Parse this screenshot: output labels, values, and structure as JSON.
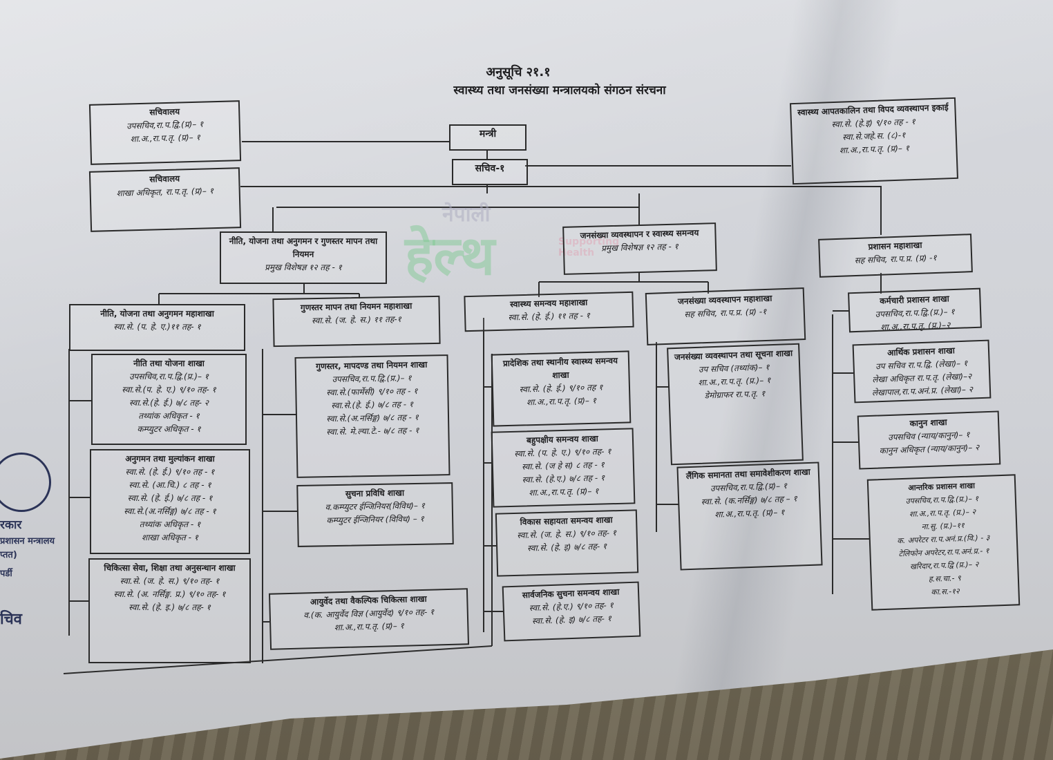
{
  "document": {
    "annex_title": "अनुसूचि २१.१",
    "main_title": "स्वास्थ्य तथा जनसंख्या मन्त्रालयको संगठन संरचना"
  },
  "watermark": {
    "small": "नेपाली",
    "big": "हेल्थ",
    "tagline": "Supporting Health"
  },
  "stamp": {
    "line1": "रकार",
    "line2": "प्रशासन मन्त्रालय",
    "line3": "प्तत)",
    "line4": "पर्डी",
    "line5": "चिव"
  },
  "boxes": {
    "secretariat1": {
      "title": "सचिवालय",
      "lines": [
        "उपसचिव,रा.प.द्वि.(प्र)– १",
        "शा.अ.,रा.प.तृ. (प्र)– १"
      ]
    },
    "minister": {
      "title": "मन्त्री",
      "lines": []
    },
    "secretary": {
      "title": "सचिव-१",
      "lines": []
    },
    "secretariat2": {
      "title": "सचिवालय",
      "lines": [
        "शाखा अधिकृत, रा.प.तृ. (प्र)– १"
      ]
    },
    "emergency": {
      "title": "स्वास्थ्य आपतकालिन तथा विपद व्यवस्थापन इकाई",
      "lines": [
        "स्वा.से. (हे.इ) ९/१० तह - १",
        "स्वा.से.जहे.स. (८)-१",
        "शा.अ.,रा.प.तृ. (प्र)– १"
      ]
    },
    "policy_div": {
      "title": "नीति, योजना तथा अनुगमन र गुणस्तर मापन तथा नियमन",
      "lines": [
        "प्रमुख विशेषज्ञ १२ तह - १"
      ]
    },
    "pop_div": {
      "title": "जनसंख्या व्यवस्थापन र स्वास्थ्य समन्वय",
      "lines": [
        "प्रमुख विशेषज्ञ १२ तह - १"
      ]
    },
    "admin_div": {
      "title": "प्रशासन महाशाखा",
      "lines": [
        "सह सचिव, रा.प.प्र. (प्र) -१"
      ]
    },
    "policy_sec": {
      "title": "नीति, योजना तथा अनुगमन महाशाखा",
      "lines": [
        "स्वा.से. (प. हे. ए.)११ तह- १"
      ]
    },
    "quality_sec": {
      "title": "गुणस्तर मापन तथा नियमन महाशाखा",
      "lines": [
        "स्वा.से. (ज. हे. स.) ११ तह-१"
      ]
    },
    "health_coord_sec": {
      "title": "स्वास्थ्य समन्वय महाशाखा",
      "lines": [
        "स्वा.से. (हे. ई.) ११ तह - १"
      ]
    },
    "pop_mgmt_sec": {
      "title": "जनसंख्या व्यवस्थापन महाशाखा",
      "lines": [
        "सह सचिव, रा.प.प्र. (प्र) -१"
      ]
    },
    "staff_admin": {
      "title": "कर्मचारी प्रशासन शाखा",
      "lines": [
        "उपसचिव,रा.प.द्वि.(प्र.)– १",
        "शा.अ.,रा.प.तृ. (प्र.)–२"
      ]
    },
    "policy_plan": {
      "title": "नीति तथा योजना शाखा",
      "lines": [
        "उपसचिव,रा.प.द्वि.(प्र.)– १",
        "स्वा.से.(प. हे. ए.) ९/१० तह- १",
        "स्वा.से.(हे. ई.) ७/८ तह- २",
        "तथ्यांक अधिकृत - १",
        "कम्प्युटर अधिकृत - १"
      ]
    },
    "quality_std": {
      "title": "गुणस्तर, मापदण्ड तथा नियमन शाखा",
      "lines": [
        "उपसचिव,रा.प.द्वि.(प्र.)– १",
        "स्वा.से.(फार्मेसी) ९/१० तह - १",
        "स्वा.से.(हे. ई.) ७/८ तह - १",
        "स्वा.से.(अ.नर्सिङ्ग) ७/८ तह - १",
        "स्वा.से. मे.ल्या.टे.- ७/८ तह - १"
      ]
    },
    "provincial": {
      "title": "प्रादेशिक तथा स्थानीय स्वास्थ्य समन्वय शाखा",
      "lines": [
        "स्वा.से. (हे. ई.) ९/१० तह १",
        "शा.अ.,रा.प.तृ. (प्र)– १"
      ]
    },
    "pop_mgmt_br": {
      "title": "जनसंख्या व्यवस्थापन तथा सूचना शाखा",
      "lines": [
        "उप सचिव (तथ्यांक)– १",
        "शा.अ.,रा.प.तृ. (प्र.)– १",
        "डेमोग्राफर रा.प.तृ. १"
      ]
    },
    "finance_admin": {
      "title": "आर्थिक प्रशासन शाखा",
      "lines": [
        "उप सचिव रा.प.द्वि. (लेखा)– १",
        "लेखा अधिकृत रा.प.तृ. (लेखा)–२",
        "लेखापाल,रा.प.अनं.प्र. (लेखा)– २"
      ]
    },
    "monitoring": {
      "title": "अनुगमन तथा मुल्यांकन शाखा",
      "lines": [
        "स्वा.से. (हे. ई.) ९/१० तह - १",
        "स्वा.से. (आ.चि.) ८ तह - १",
        "स्वा.से. (हे. ई.) ७/८ तह - १",
        "स्वा.से.(अ.नर्सिङ्ग) ७/८ तह - १",
        "तथ्यांक अधिकृत - १",
        "शाखा अधिकृत - १"
      ]
    },
    "multilateral": {
      "title": "बहुपक्षीय समन्वय शाखा",
      "lines": [
        "स्वा.से. (प. हे. ए.) ९/१० तह- १",
        "स्वा.से. (ज हे स) ८ तह - १",
        "स्वा.से. (हे.ए.) ७/८ तह - १",
        "शा.अ.,रा.प.तृ. (प्र)– १"
      ]
    },
    "legal": {
      "title": "कानुन शाखा",
      "lines": [
        "उपसचिव (न्याय/कानुन)– १",
        "कानुन अधिकृत (न्याय/कानुन)– २"
      ]
    },
    "it": {
      "title": "सुचना प्रविधि शाखा",
      "lines": [
        "व.कम्प्युटर ईन्जिनियर(विविध)– १",
        "कम्प्युटर ईन्जिनियर (विविध) – १"
      ]
    },
    "gender": {
      "title": "लैंगिक समानता तथा समावेशीकरण शाखा",
      "lines": [
        "उपसचिव,रा.प.द्वि.(प्र)– १",
        "स्वा.से. (क.नर्सिङ्ग) ७/८ तह – १",
        "शा.अ.,रा.प.तृ. (प्र)– १"
      ]
    },
    "dev_aid": {
      "title": "विकास सहायता समन्वय शाखा",
      "lines": [
        "स्वा.से. (ज. हे. स.) ९/१० तह- १",
        "स्वा.से. (हे. इ) ७/८ तह- १"
      ]
    },
    "internal_admin": {
      "title": "आन्तरिक प्रशासन शाखा",
      "lines": [
        "उपसचिव,रा.प.द्वि.(प्र.)– १",
        "शा.अ.,रा.प.तृ. (प्र.)– २",
        "ना.सु. (प्र.)–११",
        "क. अपरेटर रा.प.अनं.प्र.(वि.) - ३",
        "टेलिफोन अपरेटर,रा.प.अनं.प्र.- १",
        "खरिदार,रा.प.द्वि (प्र.)– २",
        "ह.स.चा.- ९",
        "का.स.-१२"
      ]
    },
    "medical_edu": {
      "title": "चिकित्सा सेवा, शिक्षा तथा अनुसन्धान शाखा",
      "lines": [
        "स्वा.से. (ज. हे. स.) ९/१० तह- १",
        "स्वा.से. (अ. नर्सिङ्ग. प्र.) ९/१० तह- १",
        "स्वा.से. (हे. इ.) ७/८ तह- १"
      ]
    },
    "ayurveda": {
      "title": "आयुर्वेद तथा वैकल्पिक चिकित्सा शाखा",
      "lines": [
        "व.(क. आयुर्वेद विज्ञ (आयुर्वेद) ९/१० तह- १",
        "शा.अ.,रा.प.तृ. (प्र)– १"
      ]
    },
    "public_info": {
      "title": "सार्वजनिक सुचना समन्वय शाखा",
      "lines": [
        "स्वा.से. (हे.ए.) ९/१० तह- १",
        "स्वा.से. (हे. इ) ७/८ तह- १"
      ]
    }
  }
}
